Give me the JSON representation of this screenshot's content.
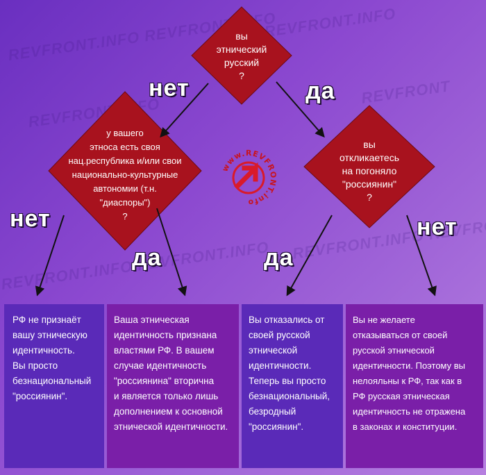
{
  "questions": {
    "q1": [
      "вы",
      "этнический",
      "русский",
      "?"
    ],
    "q2": [
      "у вашего",
      "этноса есть своя",
      "нац.республика и/или свои",
      "национально-культурные",
      "автономии (т.н.",
      "\"диаспоры\")",
      "?"
    ],
    "q3": [
      "вы",
      "откликаетесь",
      "на погоняло",
      "\"россиянин\"",
      "?"
    ]
  },
  "answers": {
    "q1_no": "нет",
    "q1_yes": "да",
    "q2_no": "нет",
    "q2_yes": "да",
    "q3_yes": "да",
    "q3_no": "нет"
  },
  "outcomes": [
    [
      "РФ не признаёт",
      "вашу этническую",
      "идентичность.",
      "Вы просто",
      "безнациональный",
      "\"россиянин\"."
    ],
    [
      "Ваша этническая",
      "идентичность признана",
      "властями РФ. В вашем",
      "случае идентичность",
      "\"россиянина\" вторична",
      "и является только лишь",
      "дополнением к основной",
      "этнической идентичности."
    ],
    [
      "Вы отказались от",
      "своей русской",
      "этнической",
      "идентичности.",
      "Теперь вы просто",
      "безнациональный,",
      "безродный",
      "\"россиянин\"."
    ],
    [
      "Вы не желаете",
      "отказываться от своей",
      "русской этнической",
      "идентичности. Поэтому вы",
      "нелояльны к РФ, так как в",
      "РФ русская этническая",
      "идентичность не отражена",
      "в законах и конституции."
    ]
  ],
  "logo": {
    "text": "www.REVFRONT.info"
  },
  "colors": {
    "diamond": "#a8121e",
    "box_outer": "#5a2ab8",
    "box_inner": "#7a1fa8",
    "arrow": "#111111"
  }
}
